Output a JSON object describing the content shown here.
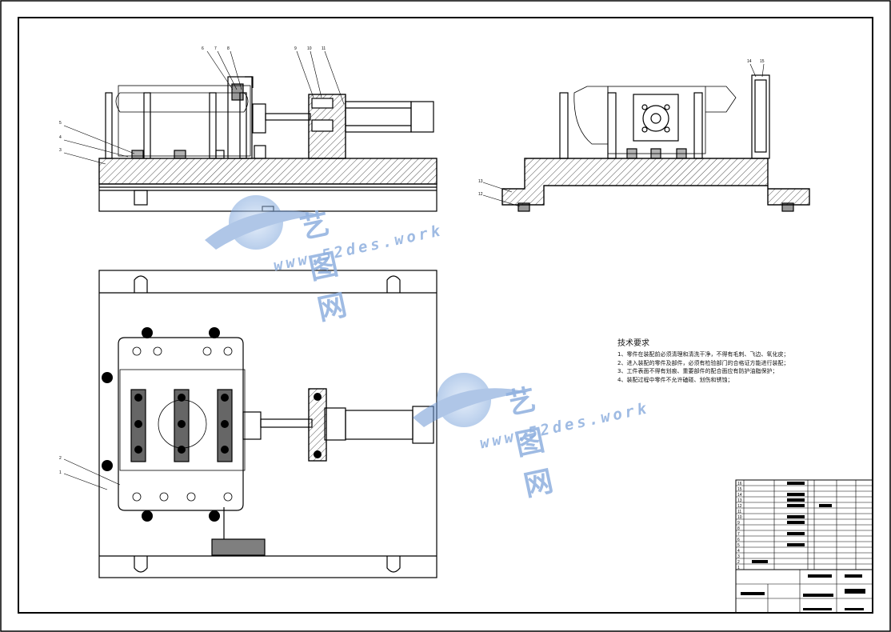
{
  "balloons": [
    "6",
    "7",
    "8",
    "9",
    "10",
    "11",
    "5",
    "4",
    "3",
    "14",
    "15",
    "13",
    "12",
    "2",
    "1"
  ],
  "tech": {
    "title": "技术要求",
    "items": [
      "1、零件在装配前必须清理和清洗干净，不得有毛刺、飞边、氧化皮；",
      "2、进入装配的零件及部件，必须有检验部门的合格证方能进行装配；",
      "3、工件表面不得有划痕、重要部件的配合面应有防护油脂保护；",
      "4、装配过程中零件不允许磕碰、划伤和锈蚀；"
    ]
  },
  "watermark": {
    "cn": "艺图网",
    "url": "www.52des.work"
  },
  "bom": {
    "rows": [
      "16",
      "15",
      "14",
      "13",
      "12",
      "11",
      "10",
      "9",
      "8",
      "7",
      "6",
      "5",
      "4",
      "3",
      "2",
      "1"
    ]
  },
  "colors": {
    "line": "#000000",
    "watermark": "#8fb0df"
  }
}
